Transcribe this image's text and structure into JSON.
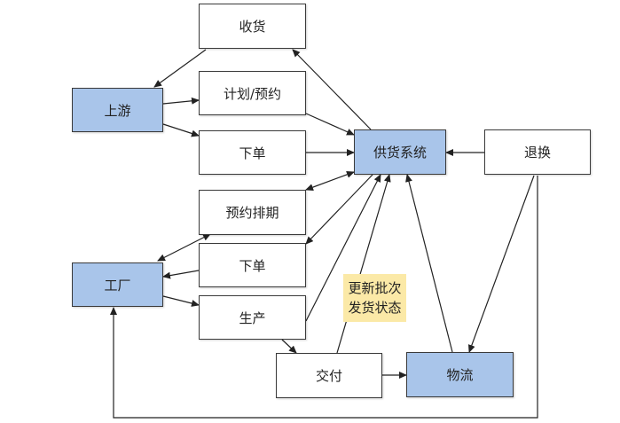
{
  "diagram": {
    "nodes": {
      "shouhuo": "收货",
      "shangyou": "上游",
      "jihua": "计划/预约",
      "xiadan_top": "下单",
      "gonghuo": "供货系统",
      "tuihuan": "退换",
      "yuyue_paiqi": "预约排期",
      "gongchang": "工厂",
      "xiadan_bottom": "下单",
      "shengchan": "生产",
      "jiaofu": "交付",
      "wuliu": "物流"
    },
    "note": {
      "line1": "更新批次",
      "line2": "发货状态"
    },
    "colors": {
      "system_fill": "#a9c5ea",
      "note_fill": "#fbe9a7",
      "stroke": "#222222"
    }
  }
}
